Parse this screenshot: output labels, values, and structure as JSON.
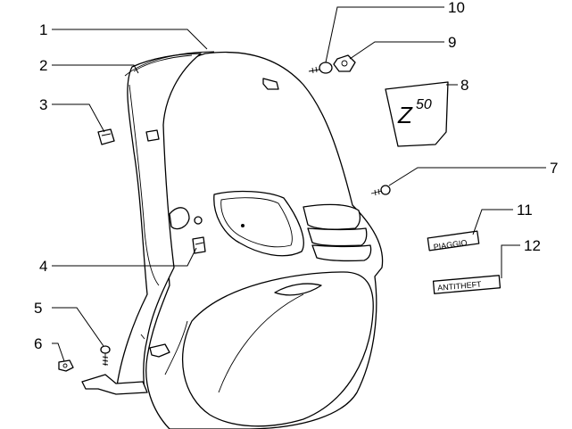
{
  "callouts": [
    {
      "number": "1"
    },
    {
      "number": "2"
    },
    {
      "number": "3"
    },
    {
      "number": "4"
    },
    {
      "number": "5"
    },
    {
      "number": "6"
    },
    {
      "number": "7"
    },
    {
      "number": "8"
    },
    {
      "number": "9"
    },
    {
      "number": "10"
    },
    {
      "number": "11"
    },
    {
      "number": "12"
    }
  ],
  "decals": {
    "badge_big": "Z",
    "badge_small": "50",
    "piaggio": "PIAGGIO",
    "antitheft": "ANTITHEFT"
  }
}
